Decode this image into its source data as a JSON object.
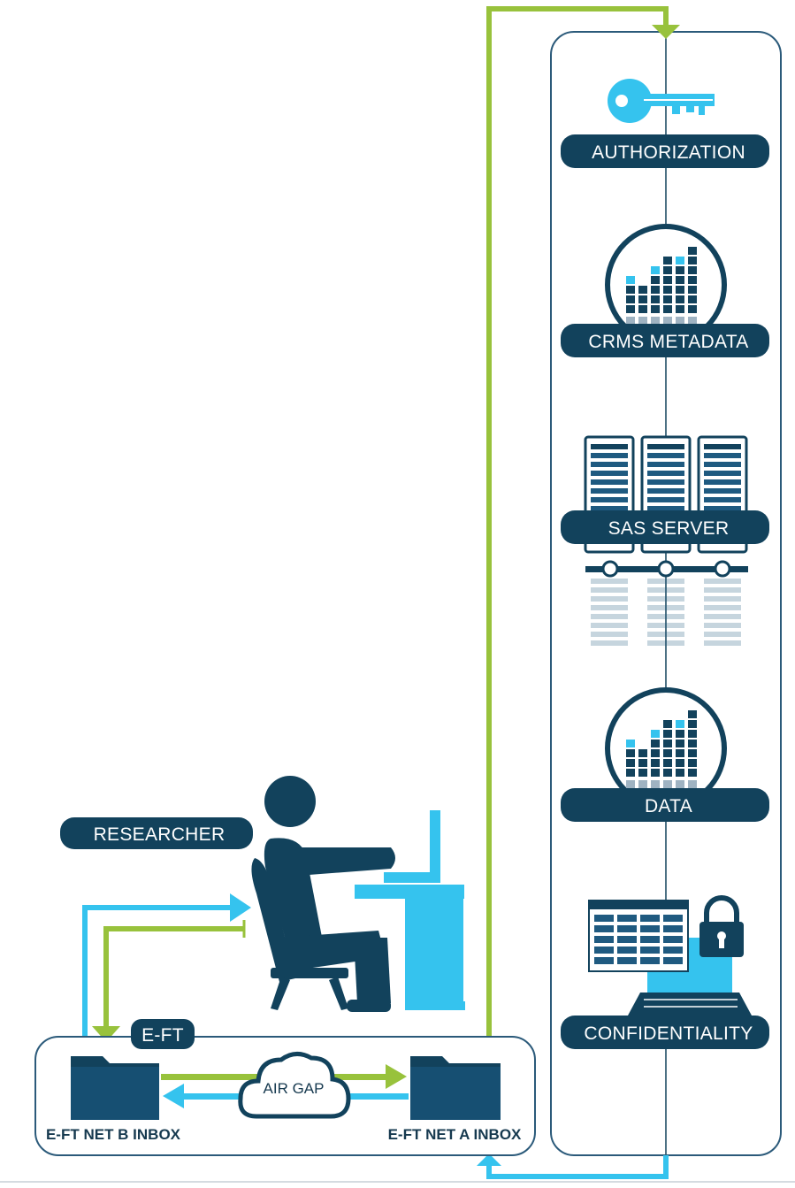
{
  "colors": {
    "navy": "#12425c",
    "dark_navy": "#0f3a52",
    "cyan": "#35c3ee",
    "green": "#98c23c",
    "frame": "#2b5a7a",
    "white": "#ffffff"
  },
  "pipeline": {
    "authorization": {
      "label": "AUTHORIZATION",
      "icon": "key-icon"
    },
    "crms_metadata": {
      "label": "CRMS METADATA",
      "icon": "bar-chart-globe-icon"
    },
    "sas_server": {
      "label": "SAS SERVER",
      "icon": "server-rack-icon"
    },
    "data": {
      "label": "DATA",
      "icon": "bar-chart-globe-icon"
    },
    "confidentiality": {
      "label": "CONFIDENTIALITY",
      "icon": "laptop-lock-icon"
    }
  },
  "researcher": {
    "label": "RESEARCHER",
    "icon": "person-at-desk-icon"
  },
  "eft": {
    "label": "E-FT",
    "net_b_inbox": "E-FT NET B INBOX",
    "net_a_inbox": "E-FT NET A INBOX",
    "air_gap": "AIR GAP"
  }
}
